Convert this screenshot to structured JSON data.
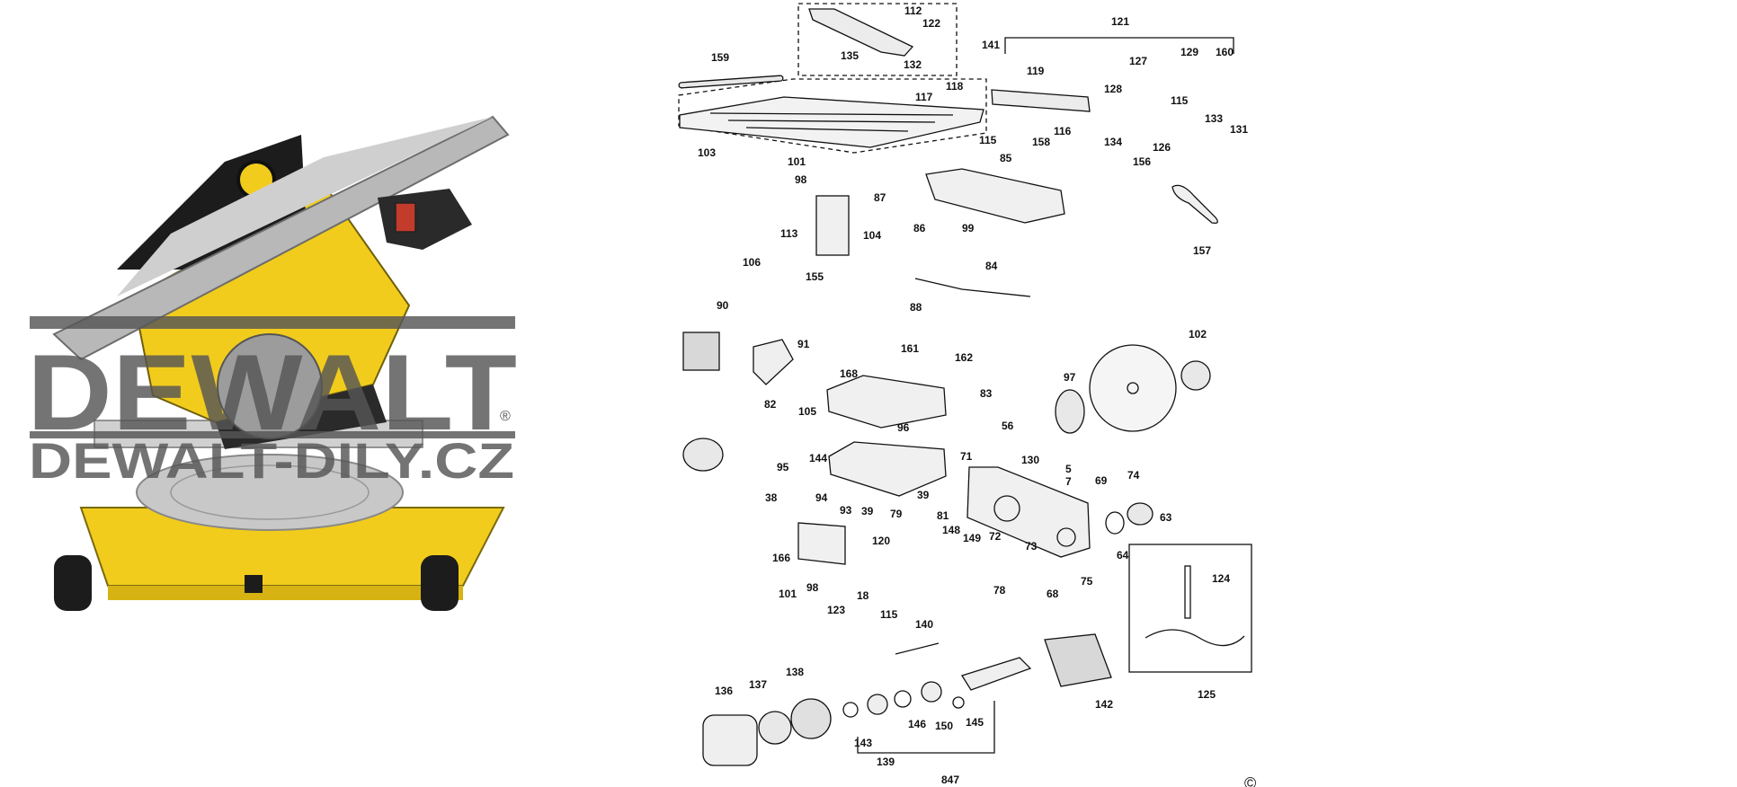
{
  "watermark": {
    "brand": "DEWALT",
    "site": "DEWALT-DILY.CZ",
    "registered_mark": "®"
  },
  "copyright_mark": "©",
  "colors": {
    "tool_yellow": "#f2cc1c",
    "tool_black": "#1c1c1c",
    "table_grey": "#b8b8b8",
    "watermark_grey": "#555555"
  },
  "part_labels": [
    "112",
    "122",
    "141",
    "135",
    "132",
    "121",
    "127",
    "129",
    "160",
    "159",
    "119",
    "128",
    "115",
    "131",
    "117",
    "118",
    "133",
    "103",
    "116",
    "134",
    "126",
    "158",
    "156",
    "115",
    "85",
    "101",
    "98",
    "87",
    "86",
    "99",
    "157",
    "113",
    "104",
    "106",
    "155",
    "84",
    "88",
    "90",
    "91",
    "102",
    "161",
    "162",
    "168",
    "97",
    "83",
    "82",
    "105",
    "96",
    "56",
    "144",
    "71",
    "95",
    "130",
    "5",
    "7",
    "69",
    "74",
    "38",
    "94",
    "93",
    "39",
    "39",
    "81",
    "79",
    "148",
    "149",
    "72",
    "73",
    "63",
    "64",
    "166",
    "120",
    "75",
    "78",
    "68",
    "124",
    "101",
    "98",
    "18",
    "115",
    "123",
    "140",
    "125",
    "136",
    "137",
    "138",
    "142",
    "146",
    "150",
    "145",
    "143",
    "139",
    "847"
  ]
}
